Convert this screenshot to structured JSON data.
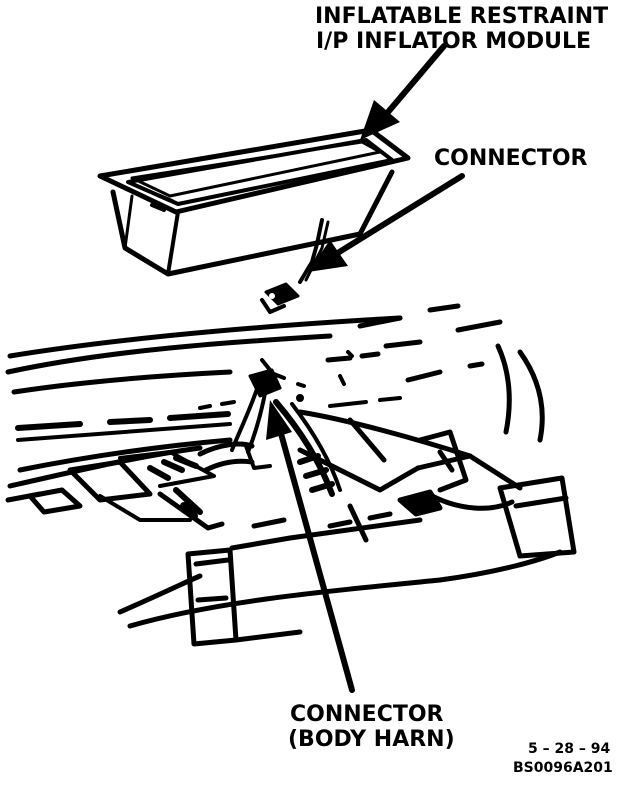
{
  "labels": {
    "module_line1": "INFLATABLE RESTRAINT",
    "module_line2": "I/P INFLATOR MODULE",
    "connector_top": "CONNECTOR",
    "connector_body_line1": "CONNECTOR",
    "connector_body_line2": "(BODY HARN)",
    "date_code": "5 – 28 – 94",
    "figure_code": "BS0096A201"
  },
  "colors": {
    "ink": "#000000",
    "paper": "#ffffff"
  }
}
